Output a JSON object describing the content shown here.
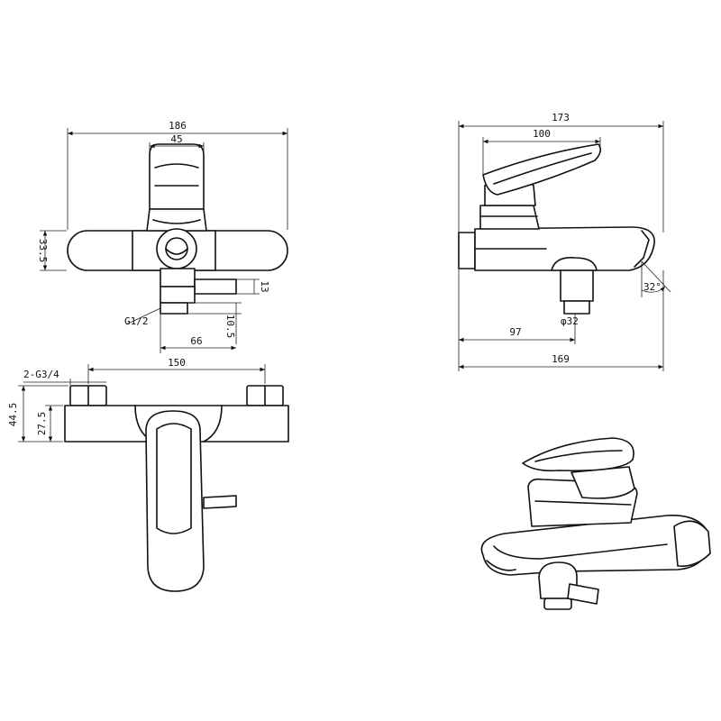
{
  "dimensions": {
    "top_view": {
      "overall_width": "186",
      "handle_width": "45",
      "body_height": "33.5",
      "inlet_thread": "G1/2",
      "spout_offset": "13",
      "outlet_drop": "10.5",
      "outlet_offset": "66"
    },
    "side_view": {
      "total_length": "173",
      "handle_length": "100",
      "angle": "32°",
      "outlet_diameter": "φ32",
      "outlet_position": "97",
      "body_length": "169"
    },
    "front_view": {
      "inlet_spacing": "150",
      "inlet_thread": "2-G3/4",
      "overall_height": "44.5",
      "body_height": "27.5"
    }
  }
}
